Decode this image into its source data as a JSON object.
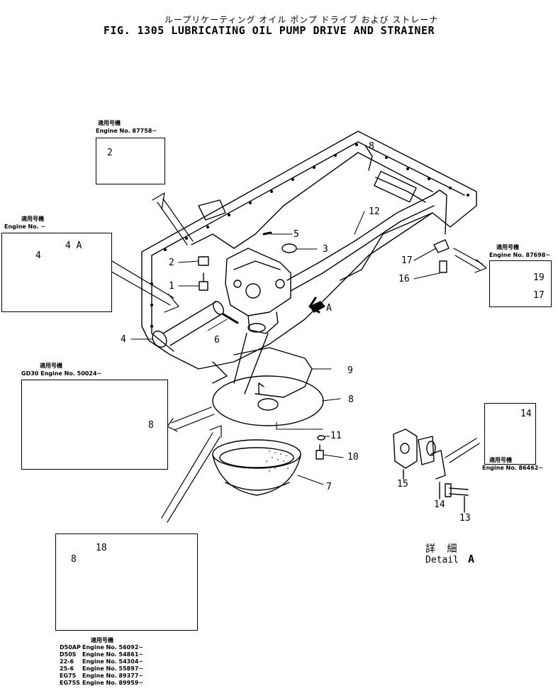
{
  "title": {
    "jp": "ループリケーティング オイル ポンプ ドライブ および ストレーナ",
    "en": "FIG. 1305  LUBRICATING OIL PUMP DRIVE AND STRAINER"
  },
  "applicability": {
    "label_jp": "適用号機",
    "box_top": "Engine No. 87758~",
    "box_left": "Engine No.  ~",
    "box_right": "Engine No. 87698~",
    "box_gd30": "GD30 Engine No. 50024~",
    "box_detail": "Engine No. 86462~"
  },
  "callouts": {
    "c1": "1",
    "c2a": "2",
    "c2b": "2",
    "c3": "3",
    "c4a": "4",
    "c4b": "4",
    "c4A": "4 A",
    "c5": "5",
    "c6": "6",
    "c7": "7",
    "c8a": "8",
    "c8b": "8",
    "c8c": "8",
    "c8d": "8",
    "c9": "9",
    "c10": "10",
    "c11": "11",
    "c12": "12",
    "c13": "13",
    "c14a": "14",
    "c14b": "14",
    "c15": "15",
    "c16": "16",
    "c17a": "17",
    "c17b": "17",
    "c18": "18",
    "c19": "19"
  },
  "view_marker": "A",
  "detail": {
    "jp": "詳 細",
    "en": "Detail",
    "letter": "A"
  },
  "model_table": {
    "header": "適用号機",
    "rows": [
      {
        "model": "D50AP",
        "engine": "Engine No. 56092~"
      },
      {
        "model": "D50S",
        "engine": "Engine No. 54861~"
      },
      {
        "model": "22-6",
        "engine": "Engine No. 54304~"
      },
      {
        "model": "25-6",
        "engine": "Engine No. 55897~"
      },
      {
        "model": "EG75",
        "engine": "Engine No. 89377~"
      },
      {
        "model": "EG75S",
        "engine": "Engine No. 89959~"
      }
    ]
  }
}
